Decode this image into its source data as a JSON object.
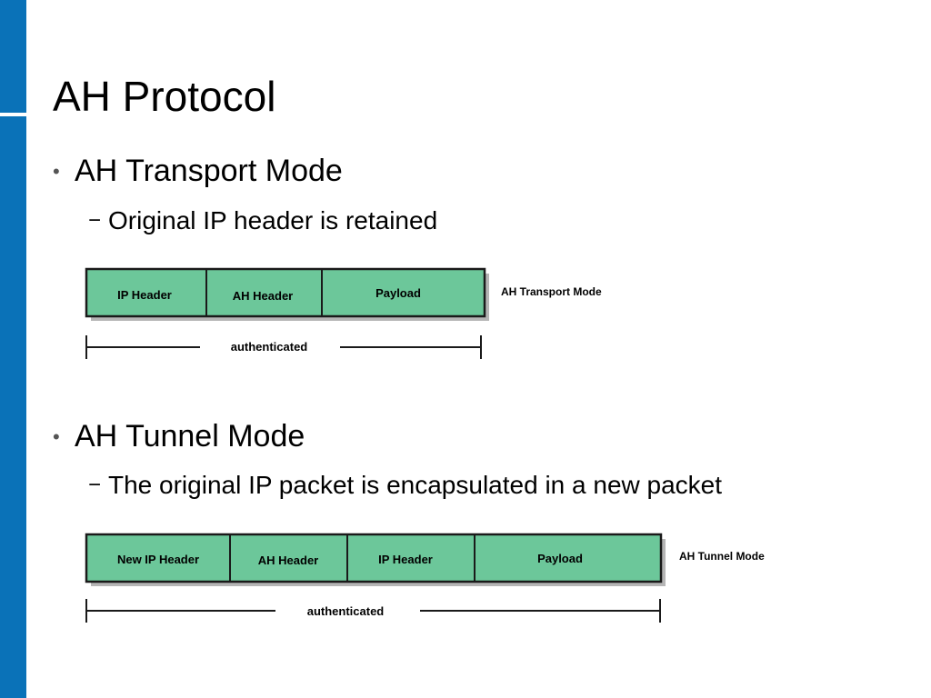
{
  "slide": {
    "title": "AH Protocol",
    "bullets": [
      {
        "bullet_glyph": "•",
        "text": "AH Transport Mode",
        "sub_dash": "−",
        "sub_text": "Original IP header is retained"
      },
      {
        "bullet_glyph": "•",
        "text": "AH Tunnel Mode",
        "sub_dash": "−",
        "sub_text": "The original IP packet is encapsulated in a new packet"
      }
    ]
  },
  "diagrams": {
    "transport": {
      "fields": [
        "IP Header",
        "AH Header",
        "Payload"
      ],
      "caption": "AH Transport Mode",
      "span_label": "authenticated"
    },
    "tunnel": {
      "fields": [
        "New IP Header",
        "AH Header",
        "IP Header",
        "Payload"
      ],
      "caption": "AH Tunnel Mode",
      "span_label": "authenticated"
    }
  },
  "colors": {
    "accent": "#0a72b8",
    "field_fill": "#6cc79a",
    "field_border": "#1a1a1a",
    "shadow": "#b5b5b5"
  }
}
